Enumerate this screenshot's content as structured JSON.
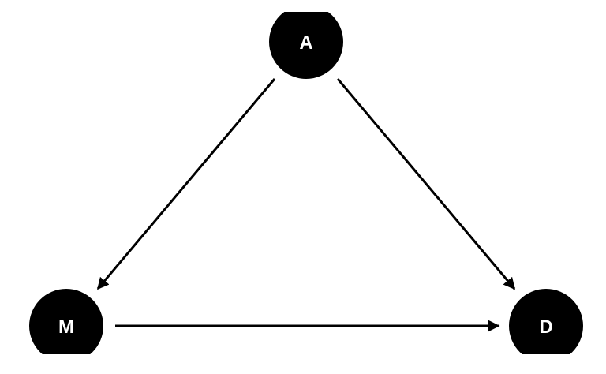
{
  "nodes": [
    {
      "id": "A",
      "label": "A"
    },
    {
      "id": "M",
      "label": "M"
    },
    {
      "id": "D",
      "label": "D"
    }
  ],
  "edges": [
    {
      "from": "A",
      "to": "M"
    },
    {
      "from": "A",
      "to": "D"
    },
    {
      "from": "M",
      "to": "D"
    }
  ],
  "colors": {
    "node_fill": "#000000",
    "node_text": "#ffffff",
    "edge": "#000000"
  }
}
